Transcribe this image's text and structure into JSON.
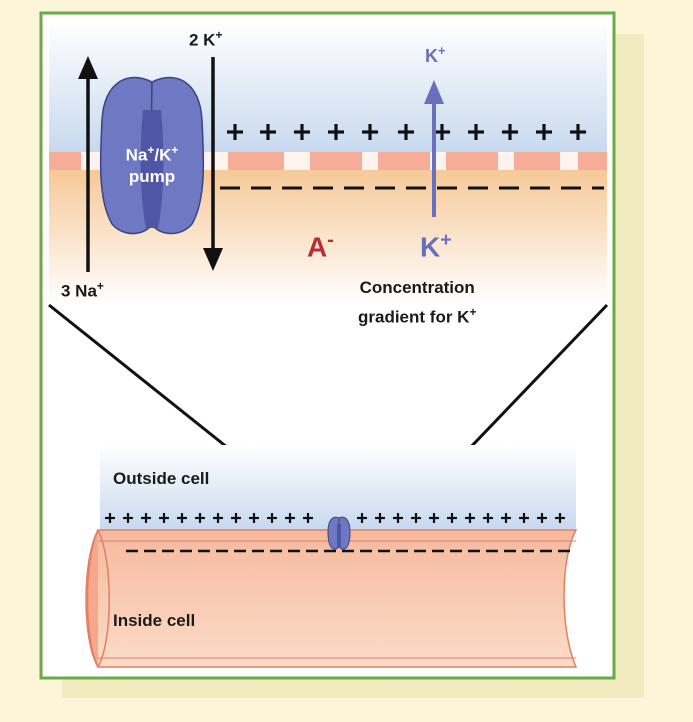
{
  "colors": {
    "page_bg": "#fdf5d8",
    "panel_shadow": "#f1ecc0",
    "frame": "#6aaa47",
    "extracellular": "#c8d9ee",
    "intracellular": "#f6d2a4",
    "membrane_salmon": "#f1937c",
    "cell_body": "#f6b296",
    "pump_fill": "#6f78c2",
    "pump_dark": "#4f57a4",
    "anion": "#b72d33",
    "potassium": "#6870bd"
  },
  "labels": {
    "k_in": "2 K",
    "k_in_sup": "+",
    "na_out": "3 Na",
    "na_out_sup": "+",
    "pump_line1_a": "Na",
    "pump_line1_sup1": "+",
    "pump_line1_b": "/K",
    "pump_line1_sup2": "+",
    "pump_line2": "pump",
    "k_top": "K",
    "k_top_sup": "+",
    "anion": "A",
    "anion_sup": "-",
    "k_inside": "K",
    "k_inside_sup": "+",
    "gradient_line1": "Concentration",
    "gradient_line2": "gradient for K",
    "gradient_sup": "+",
    "outside_cell": "Outside cell",
    "inside_cell": "Inside cell"
  }
}
